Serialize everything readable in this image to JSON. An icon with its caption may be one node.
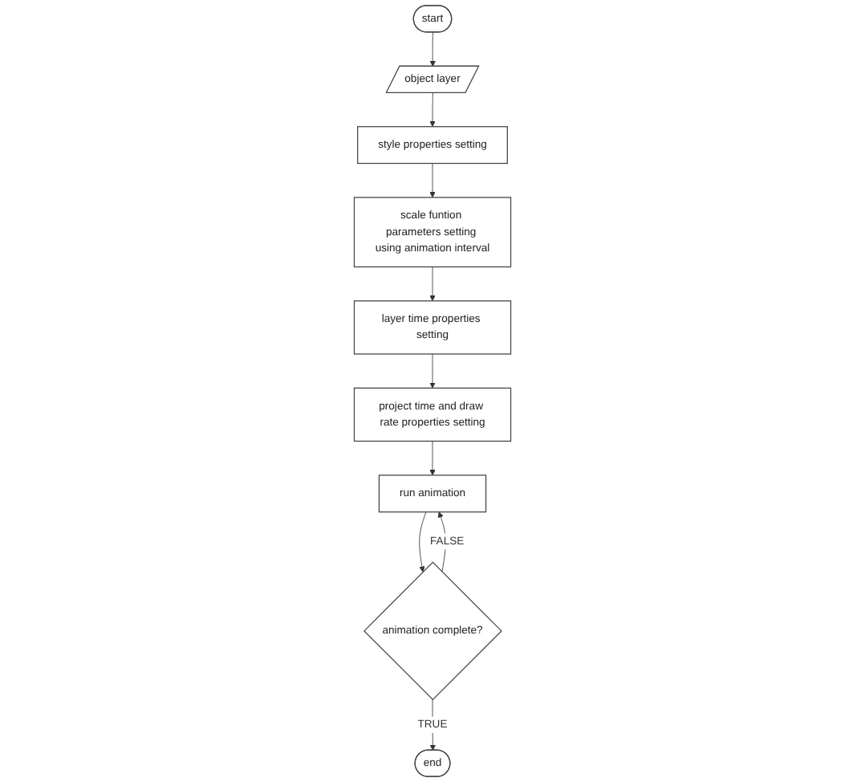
{
  "diagram": {
    "nodes": [
      {
        "text": [
          "start"
        ]
      },
      {
        "text": [
          "object layer"
        ]
      },
      {
        "text": [
          "style properties setting"
        ]
      },
      {
        "text": [
          "scale funtion parameters setting using animation interval"
        ]
      },
      {
        "text": [
          "layer time properties setting"
        ]
      },
      {
        "text": [
          "project time and draw rate properties setting"
        ]
      },
      {
        "text": [
          "run animation"
        ]
      },
      {
        "text": [
          "animation complete?"
        ]
      },
      {
        "text": [
          "end"
        ]
      }
    ],
    "edges": [
      {
        "from": 0,
        "to": 1,
        "arrow": "to"
      },
      {
        "from": 1,
        "to": 2,
        "arrow": "to"
      },
      {
        "from": 2,
        "to": 3,
        "arrow": "to"
      },
      {
        "from": 3,
        "to": 4,
        "arrow": "to"
      },
      {
        "from": 4,
        "to": 5,
        "arrow": "to"
      },
      {
        "from": 5,
        "to": 6,
        "arrow": "to"
      },
      {
        "from": 6,
        "to": 7,
        "arrow": "to"
      },
      {
        "from": 7,
        "to": 6,
        "arrow": "to",
        "label": "FALSE"
      },
      {
        "from": 7,
        "to": 8,
        "arrow": "to",
        "label": "TRUE"
      }
    ]
  }
}
